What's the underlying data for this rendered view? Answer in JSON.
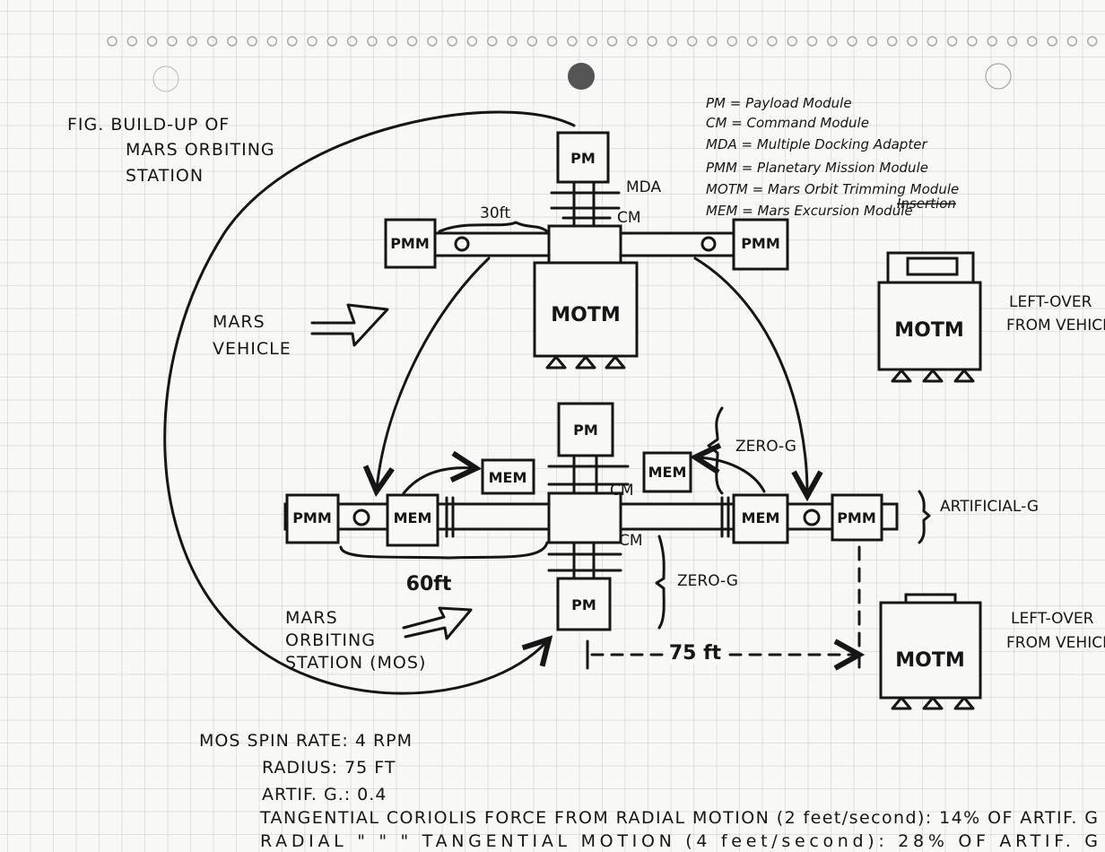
{
  "title": {
    "line1": "FIG.   BUILD-UP OF",
    "line2": "MARS ORBITING",
    "line3": "STATION"
  },
  "legend": [
    "PM = Payload Module",
    "CM = Command Module",
    "MDA = Multiple Docking Adapter",
    "PMM = Planetary Mission Module",
    "MOTM = Mars Orbit Trimming Module",
    "MEM = Mars Excursion Module"
  ],
  "legend_strikeout": "Insertion",
  "top_assembly": {
    "pm": "PM",
    "mda": "MDA",
    "cm": "CM",
    "pmm_left": "PMM",
    "pmm_right": "PMM",
    "motm": "MOTM",
    "span": "30ft"
  },
  "mars_vehicle_label": {
    "line1": "MARS",
    "line2": "VEHICLE"
  },
  "leftover_top": {
    "module": "MOTM",
    "line1": "LEFT-OVER",
    "line2": "FROM VEHICLE"
  },
  "bottom_assembly": {
    "pm_top": "PM",
    "pm_bottom": "PM",
    "mem_upper_left": "MEM",
    "mem_upper_right": "MEM",
    "mem_left": "MEM",
    "mem_right": "MEM",
    "pmm_left": "PMM",
    "pmm_right": "PMM",
    "cm_upper": "CM",
    "cm_lower": "CM",
    "zero_g_upper": "ZERO-G",
    "zero_g_lower": "ZERO-G",
    "artificial_g": "ARTIFICIAL-G",
    "span": "60ft",
    "radius": "75 ft"
  },
  "mos_label": {
    "line1": "MARS",
    "line2": "ORBITING",
    "line3": "STATION (MOS)"
  },
  "leftover_bottom": {
    "module": "MOTM",
    "line1": "LEFT-OVER",
    "line2": "FROM VEHICLE"
  },
  "notes": [
    "MOS  SPIN RATE: 4 RPM",
    "RADIUS: 75 FT",
    "ARTIF. G.: 0.4",
    "TANGENTIAL CORIOLIS FORCE FROM RADIAL MOTION (2 feet/second): 14% OF ARTIF. G",
    "RADIAL    \"     \"     \"    TANGENTIAL MOTION (4 feet/second): 28% OF ARTIF. G"
  ]
}
